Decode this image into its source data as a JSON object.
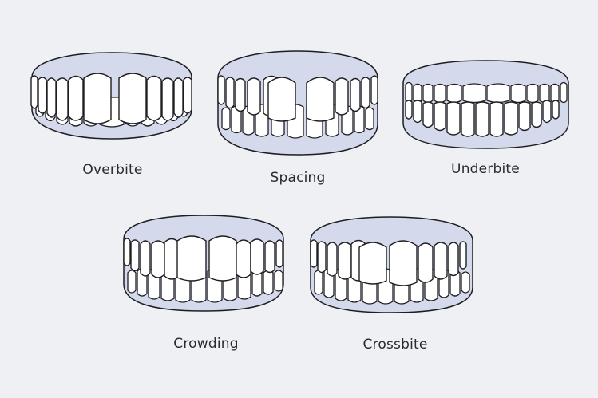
{
  "colors": {
    "background": "#eef0f3",
    "gum": "#d4d9ec",
    "tooth": "#ffffff",
    "outline": "#1e1e22"
  },
  "items": [
    {
      "label": "Overbite"
    },
    {
      "label": "Spacing"
    },
    {
      "label": "Underbite"
    },
    {
      "label": "Crowding"
    },
    {
      "label": "Crossbite"
    }
  ]
}
